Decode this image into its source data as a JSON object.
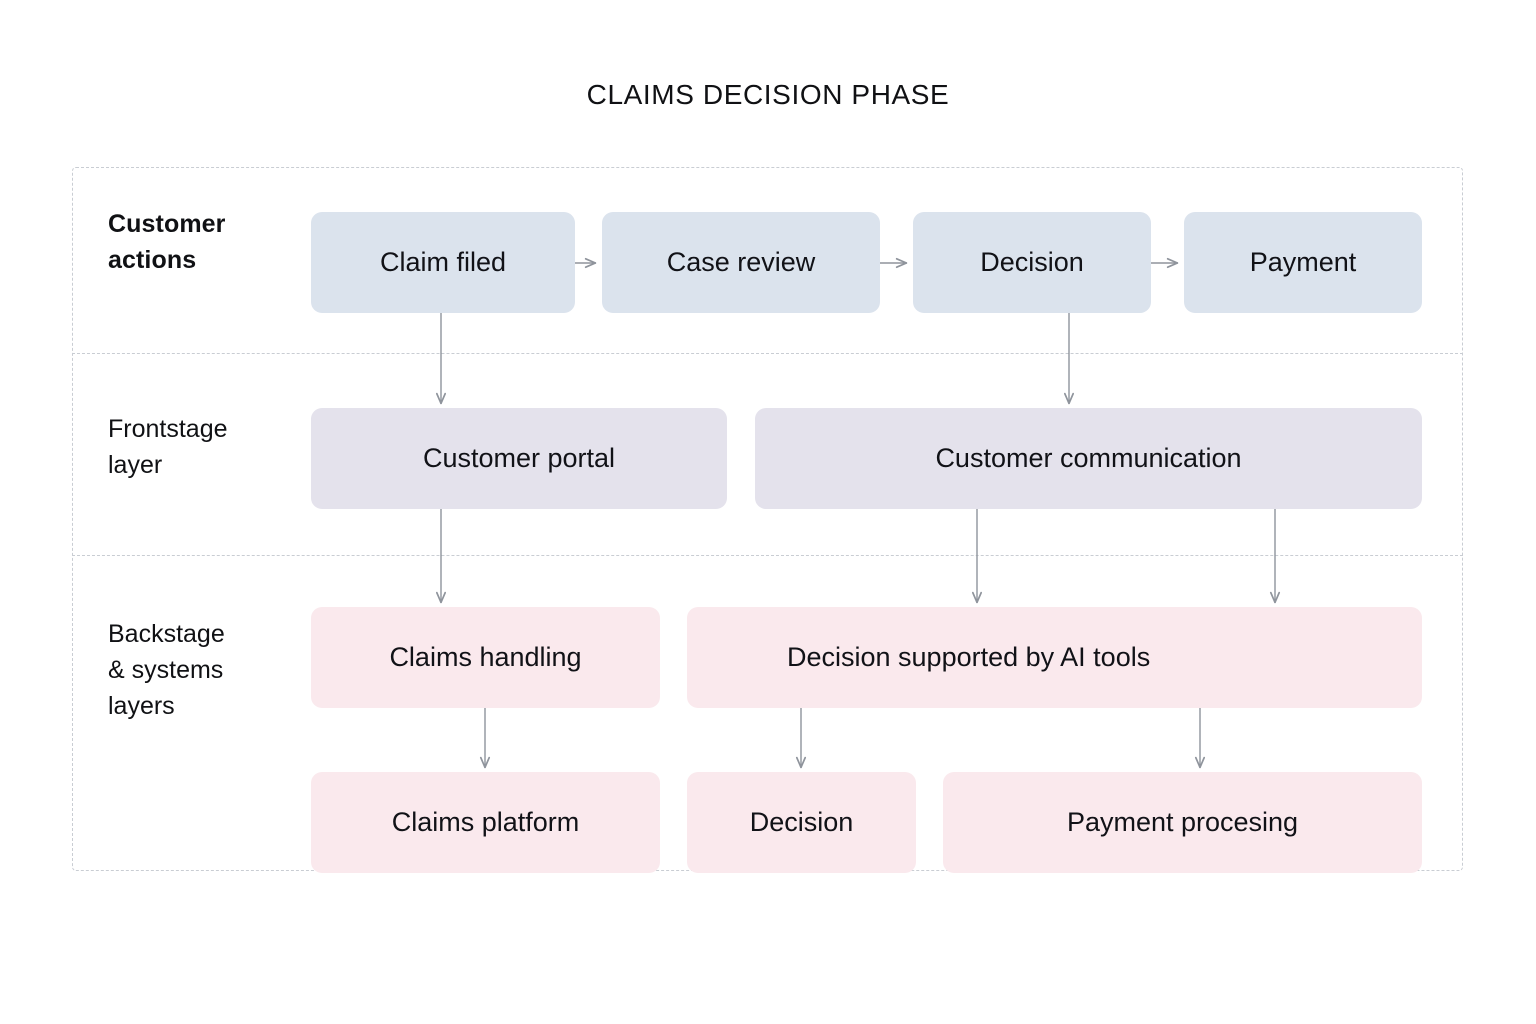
{
  "title": "CLAIMS DECISION PHASE",
  "rows": [
    {
      "id": "customer-actions",
      "label": "Customer\nactions"
    },
    {
      "id": "frontstage-layer",
      "label": "Frontstage\nlayer"
    },
    {
      "id": "backstage-systems-layers",
      "label": "Backstage\n& systems\nlayers"
    }
  ],
  "nodes": {
    "customer_actions": [
      {
        "id": "claim-filed",
        "label": "Claim filed"
      },
      {
        "id": "case-review",
        "label": "Case review"
      },
      {
        "id": "decision",
        "label": "Decision"
      },
      {
        "id": "payment",
        "label": "Payment"
      }
    ],
    "frontstage": [
      {
        "id": "customer-portal",
        "label": "Customer portal"
      },
      {
        "id": "customer-communication",
        "label": "Customer communication"
      }
    ],
    "backstage_upper": [
      {
        "id": "claims-handling",
        "label": "Claims handling"
      },
      {
        "id": "decision-supported-by-ai-tools",
        "label": "Decision supported by AI tools"
      }
    ],
    "backstage_lower": [
      {
        "id": "claims-platform",
        "label": "Claims platform"
      },
      {
        "id": "decision",
        "label": "Decision"
      },
      {
        "id": "payment-processing",
        "label": "Payment procesing"
      }
    ]
  },
  "colors": {
    "customer_actions_fill": "#dbe3ed",
    "frontstage_fill": "#e4e2ec",
    "backstage_fill": "#fae9ed",
    "connector": "#8f949c",
    "dashed_border": "#c9cdd3",
    "text": "#111217",
    "background": "#ffffff"
  },
  "connectors": {
    "horizontal": [
      {
        "from": "claim-filed",
        "to": "case-review"
      },
      {
        "from": "case-review",
        "to": "decision"
      },
      {
        "from": "decision",
        "to": "payment"
      }
    ],
    "vertical": [
      {
        "from": "claim-filed",
        "to": "customer-portal"
      },
      {
        "from": "decision",
        "to": "customer-communication"
      },
      {
        "from": "customer-portal",
        "to": "claims-handling"
      },
      {
        "from": "customer-communication",
        "to": "decision-supported-by-ai-tools"
      },
      {
        "from": "customer-communication",
        "to": "decision-supported-by-ai-tools"
      },
      {
        "from": "claims-handling",
        "to": "claims-platform"
      },
      {
        "from": "decision-supported-by-ai-tools",
        "to": "decision"
      },
      {
        "from": "decision-supported-by-ai-tools",
        "to": "payment-processing"
      }
    ]
  }
}
